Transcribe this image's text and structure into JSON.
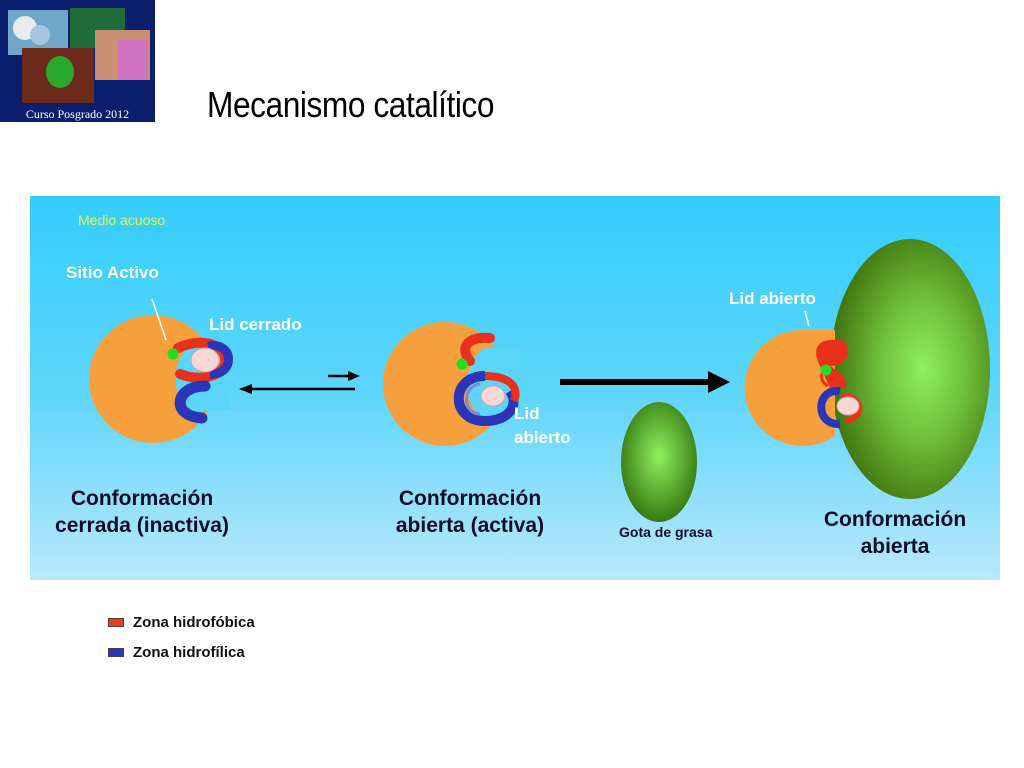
{
  "header": {
    "logo_caption": "Curso Posgrado 2012",
    "title": "Mecanismo catalítico"
  },
  "diagram": {
    "medio_label": "Medio acuoso",
    "sitio_activo_label": "Sitio Activo",
    "lid_cerrado_label": "Lid cerrado",
    "lid_abierto_label_1": "Lid abierto",
    "lid_abierto_label_2": "Lid abierto",
    "gota_label": "Gota de grasa",
    "caption_1": "Conformación cerrada (inactiva)",
    "caption_2": "Conformación abierta (activa)",
    "caption_3": "Conformación abierta",
    "colors": {
      "enzyme": "#f5a03d",
      "hydrophobic": "#e8311a",
      "hydrophilic": "#2a35b8",
      "active_site": "#22dd22",
      "fat_drop": "#3f7a0f",
      "panel": "#34cdfc"
    }
  },
  "legend": {
    "items": [
      {
        "label": "Zona hidrofóbica",
        "color": "#e8401f"
      },
      {
        "label": "Zona hidrofílica",
        "color": "#2a35b8"
      }
    ]
  }
}
